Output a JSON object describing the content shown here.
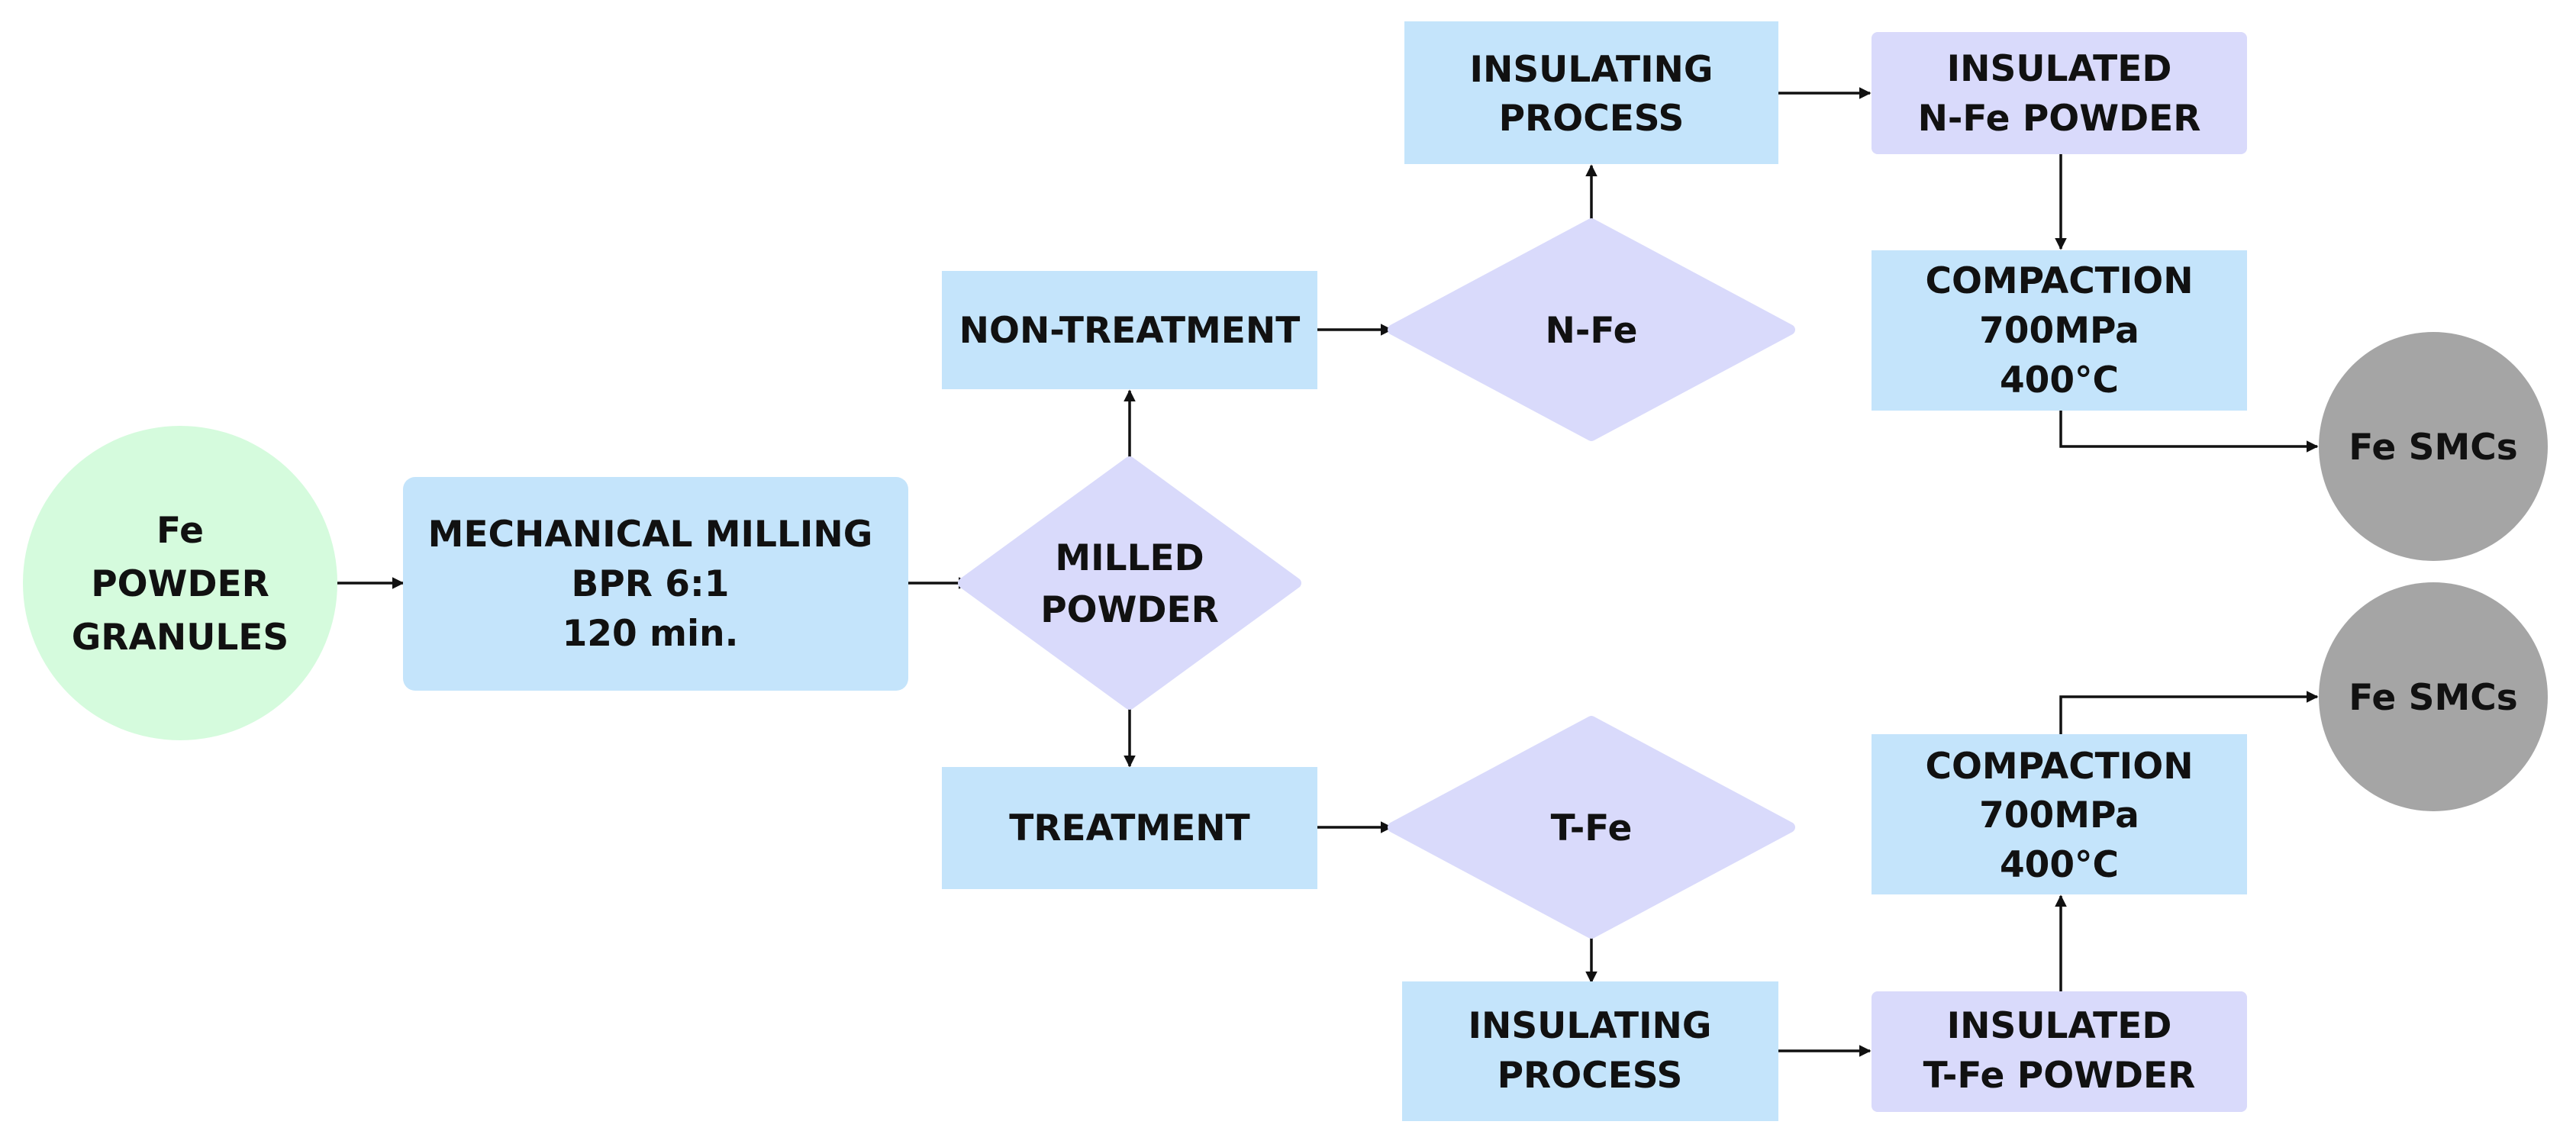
{
  "colors": {
    "process_box": "#c4e4fb",
    "decision_diamond": "#d9dafb",
    "insulated_box": "#d9dafb",
    "start_circle": "#d5fbdd",
    "end_circle": "#a5a5a5",
    "arrow": "#111111",
    "text": "#111111"
  },
  "nodes": {
    "start": {
      "line1": "Fe",
      "line2": "POWDER",
      "line3": "GRANULES"
    },
    "milling": {
      "line1": "MECHANICAL MILLING",
      "line2": "BPR 6:1",
      "line3": "120 min."
    },
    "milled": {
      "line1": "MILLED",
      "line2": "POWDER"
    },
    "non_treatment": {
      "label": "NON-TREATMENT"
    },
    "treatment": {
      "label": "TREATMENT"
    },
    "n_fe": {
      "label": "N-Fe"
    },
    "t_fe": {
      "label": "T-Fe"
    },
    "insulating_top": {
      "line1": "INSULATING",
      "line2": "PROCESS"
    },
    "insulating_bottom": {
      "line1": "INSULATING",
      "line2": "PROCESS"
    },
    "insulated_n": {
      "line1": "INSULATED",
      "line2": "N-Fe POWDER"
    },
    "insulated_t": {
      "line1": "INSULATED",
      "line2": "T-Fe POWDER"
    },
    "compaction_top": {
      "line1": "COMPACTION",
      "line2": "700MPa",
      "line3": "400°C"
    },
    "compaction_bottom": {
      "line1": "COMPACTION",
      "line2": "700MPa",
      "line3": "400°C"
    },
    "smc_top": {
      "label": "Fe SMCs"
    },
    "smc_bottom": {
      "label": "Fe SMCs"
    }
  }
}
